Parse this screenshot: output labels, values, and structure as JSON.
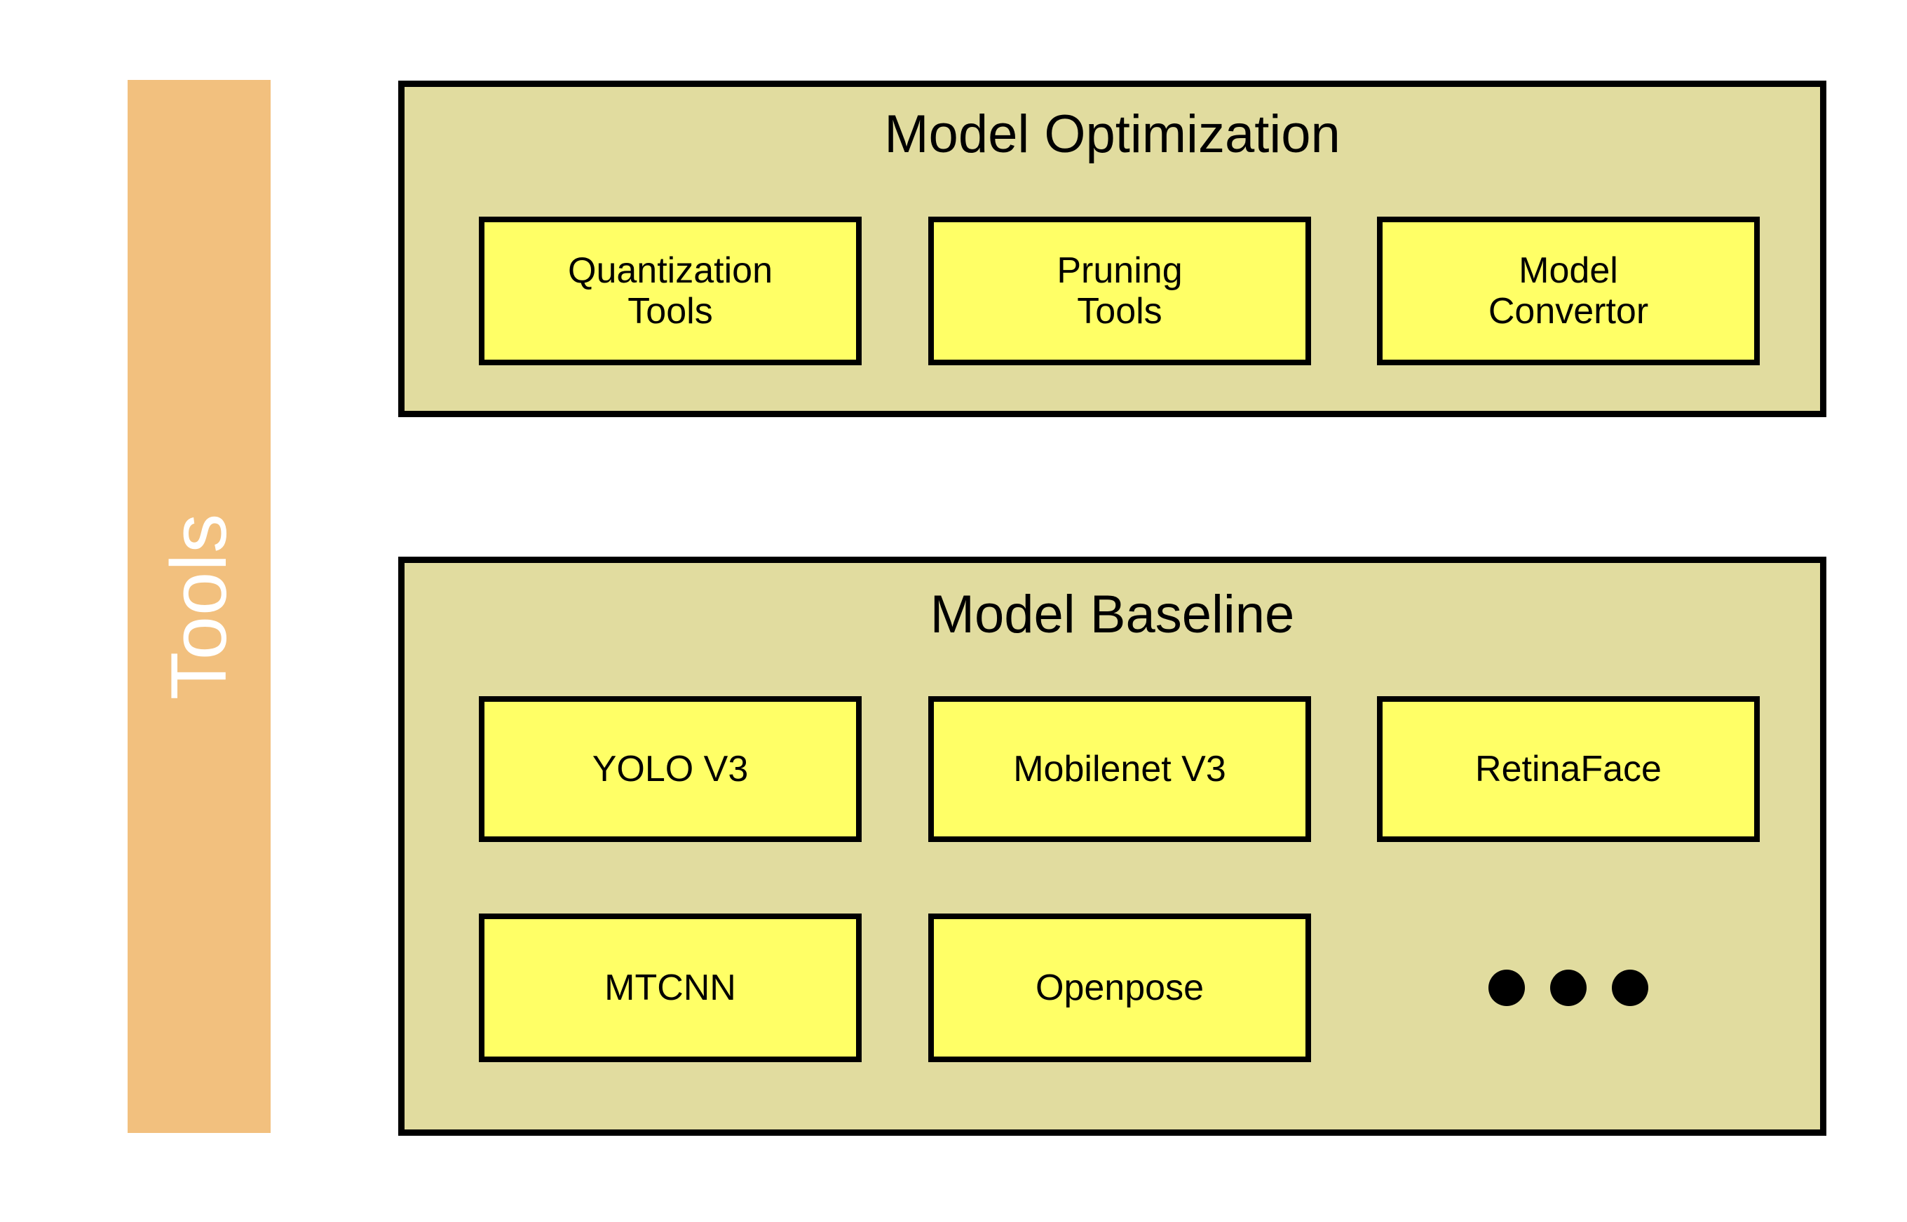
{
  "category": {
    "label": "Tools",
    "color": "#f2c07e",
    "text_color": "#ffffff"
  },
  "colors": {
    "panel_background": "#e1dc9f",
    "panel_border": "#000000",
    "item_background": "#ffff66",
    "item_border": "#000000",
    "page_background": "#ffffff",
    "dot_color": "#000000"
  },
  "panels": [
    {
      "title": "Model Optimization",
      "items": [
        {
          "label": "Quantization\nTools"
        },
        {
          "label": "Pruning\nTools"
        },
        {
          "label": "Model\nConvertor"
        }
      ]
    },
    {
      "title": "Model Baseline",
      "items_row_1": [
        {
          "label": "YOLO V3"
        },
        {
          "label": "Mobilenet V3"
        },
        {
          "label": "RetinaFace"
        }
      ],
      "items_row_2": [
        {
          "label": "MTCNN"
        },
        {
          "label": "Openpose"
        }
      ],
      "more_indicator": {
        "name": "ellipsis-dots",
        "count": 3
      }
    }
  ]
}
